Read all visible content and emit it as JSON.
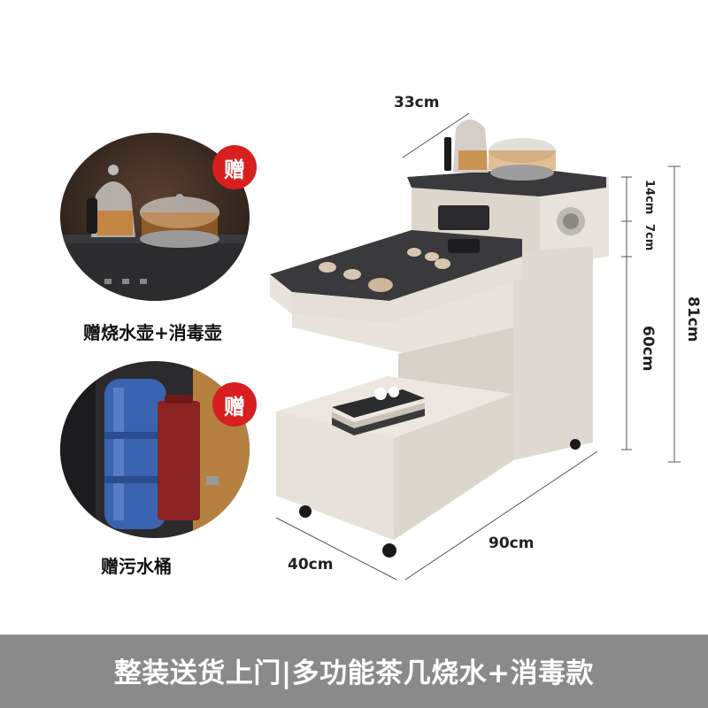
{
  "gift_1": {
    "badge": "赠",
    "caption": "赠烧水壶+消毒壶",
    "icon": "kettle-set-icon"
  },
  "gift_2": {
    "badge": "赠",
    "caption": "赠污水桶",
    "icon": "waste-bucket-icon"
  },
  "dimensions": {
    "top_width": "33cm",
    "upper_height": "14cm",
    "drawer_height": "7cm",
    "total_height": "81cm",
    "lower_height": "60cm",
    "depth": "40cm",
    "length": "90cm"
  },
  "banner": {
    "text": "整装送货上门|多功能茶几烧水+消毒款"
  },
  "colors": {
    "badge": "#d71f1f",
    "banner": "#8a8a8a",
    "cabinet": "#e8e4dc",
    "top_surface": "#3a3a3c"
  }
}
